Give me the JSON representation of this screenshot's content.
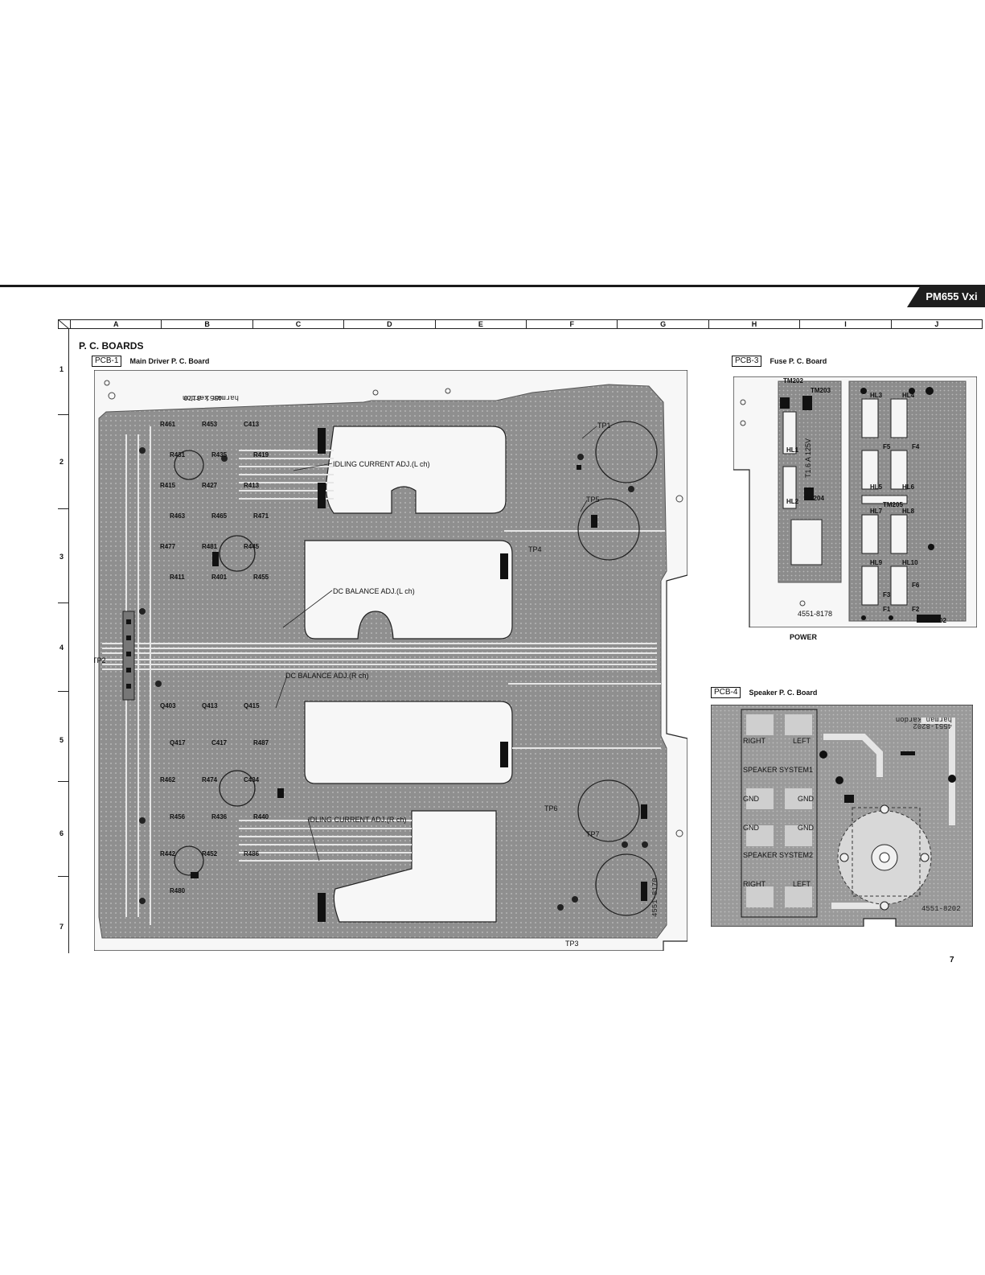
{
  "header": {
    "model_badge": "PM655 Vxi"
  },
  "grid": {
    "columns": [
      "A",
      "B",
      "C",
      "D",
      "E",
      "F",
      "G",
      "H",
      "I",
      "J"
    ],
    "rows": [
      "1",
      "2",
      "3",
      "4",
      "5",
      "6",
      "7"
    ]
  },
  "section_title": "P. C. BOARDS",
  "pcb1": {
    "tag": "PCB-1",
    "caption": "Main Driver P. C. Board",
    "part_number": "4551-8170",
    "brand": "harman kardon",
    "annotations": {
      "idle_l": "IDLING CURRENT ADJ.(L ch)",
      "dc_l": "DC BALANCE ADJ.(L ch)",
      "dc_r": "DC BALANCE ADJ.(R ch)",
      "idle_r": "IDLING CURRENT ADJ.(R ch)"
    },
    "test_points": {
      "tp1": "TP1",
      "tp2": "TP2",
      "tp3": "TP3",
      "tp4": "TP4",
      "tp5": "TP5",
      "tp6": "TP6",
      "tp7": "TP7"
    },
    "refs": [
      "R461",
      "R453",
      "C413",
      "R431",
      "R435",
      "R419",
      "R415",
      "R427",
      "R413",
      "R463",
      "R465",
      "R471",
      "R477",
      "R481",
      "R445",
      "R411",
      "R401",
      "R455",
      "Q403",
      "Q413",
      "Q415",
      "Q417",
      "C417",
      "R487",
      "R462",
      "R474",
      "C434",
      "R456",
      "R436",
      "R440",
      "R442",
      "R452",
      "R486",
      "R480"
    ]
  },
  "pcb3": {
    "tag": "PCB-3",
    "caption": "Fuse P. C. Board",
    "part_number": "4551-8178",
    "footer": "POWER",
    "refs": [
      "TM202",
      "TM203",
      "TM204",
      "TM205",
      "F1",
      "F2",
      "F3",
      "F4",
      "F5",
      "F6",
      "HL1",
      "HL2",
      "HL3",
      "HL4",
      "HL5",
      "HL6",
      "HL7",
      "HL8",
      "HL9",
      "HL10",
      "CN202"
    ],
    "fuse_rating": "T1.6 A 125V"
  },
  "pcb4": {
    "tag": "PCB-4",
    "caption": "Speaker P. C. Board",
    "part_number": "4551-8202",
    "brand": "harman kardon",
    "labels": {
      "right_top": "RIGHT",
      "left_top": "LEFT",
      "sys1": "SPEAKER SYSTEM1",
      "gnd_l1": "GND",
      "gnd_r1": "GND",
      "gnd_l2": "GND",
      "gnd_r2": "GND",
      "sys2": "SPEAKER SYSTEM2",
      "right_bottom": "RIGHT",
      "left_bottom": "LEFT"
    }
  },
  "page_number": "7",
  "colors": {
    "board": "#9a9a9a",
    "trace": "#e8e8e8",
    "ink": "#111111",
    "badge_bg": "#1e1e1e"
  }
}
